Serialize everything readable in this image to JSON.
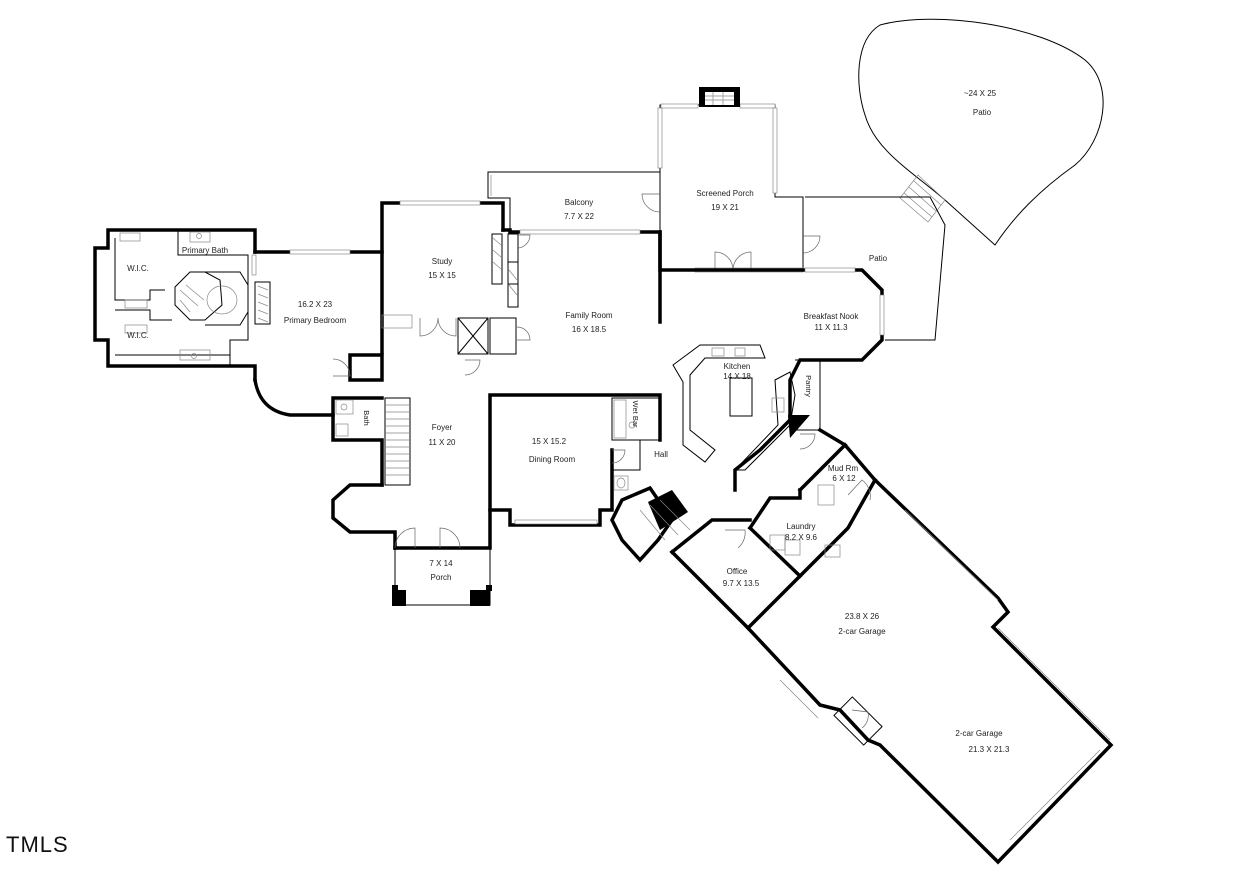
{
  "logo_text": "TMLS",
  "rooms": {
    "patio_upper": {
      "dims": "~24 X 25",
      "name": "Patio"
    },
    "screened_porch": {
      "name": "Screened Porch",
      "dims": "19 X 21"
    },
    "balcony": {
      "name": "Balcony",
      "dims": "7.7 X 22"
    },
    "patio_lower": {
      "name": "Patio"
    },
    "study": {
      "name": "Study",
      "dims": "15 X 15"
    },
    "family_room": {
      "name": "Family Room",
      "dims": "16 X 18.5"
    },
    "breakfast_nook": {
      "name": "Breakfast Nook",
      "dims": "11 X 11.3"
    },
    "primary_bedroom": {
      "dims": "16.2 X 23",
      "name": "Primary Bedroom"
    },
    "primary_bath": {
      "name": "Primary Bath"
    },
    "wic_1": {
      "name": "W.I.C."
    },
    "wic_2": {
      "name": "W.I.C."
    },
    "kitchen": {
      "name": "Kitchen",
      "dims": "14 X 18"
    },
    "pantry": {
      "name": "Pantry"
    },
    "bath": {
      "name": "Bath"
    },
    "foyer": {
      "name": "Foyer",
      "dims": "11 X 20"
    },
    "dining_room": {
      "dims": "15 X 15.2",
      "name": "Dining Room"
    },
    "wet_bar": {
      "name": "Wet Bar"
    },
    "hall": {
      "name": "Hall"
    },
    "mud_room": {
      "name": "Mud Rm",
      "dims": "6 X 12"
    },
    "laundry": {
      "name": "Laundry",
      "dims": "8.2 X 9.6"
    },
    "office": {
      "name": "Office",
      "dims": "9.7 X 13.5"
    },
    "porch": {
      "dims": "7 X 14",
      "name": "Porch"
    },
    "garage_1": {
      "dims": "23.8 X 26",
      "name": "2-car Garage"
    },
    "garage_2": {
      "name": "2-car Garage",
      "dims": "21.3 X 21.3"
    }
  }
}
